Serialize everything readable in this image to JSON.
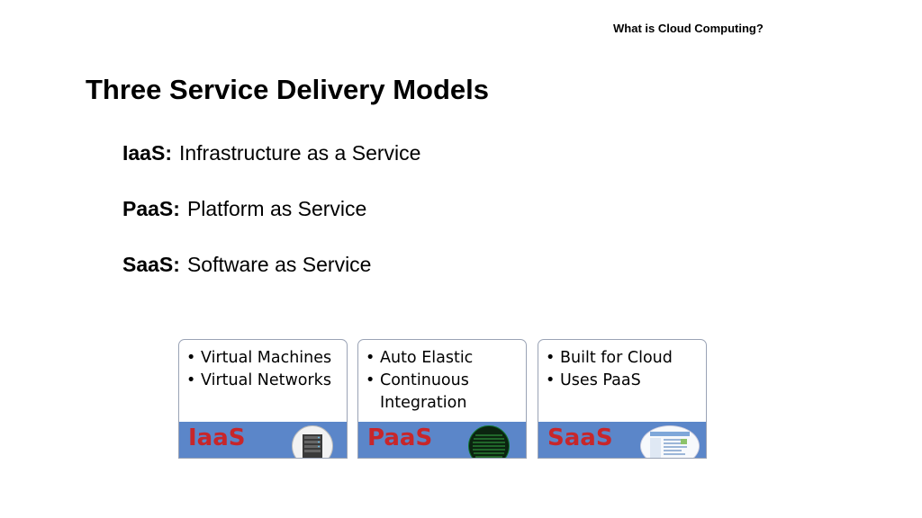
{
  "header": {
    "text": "What is Cloud Computing?"
  },
  "title": "Three Service Delivery Models",
  "models": [
    {
      "abbr": "IaaS:",
      "desc": "Infrastructure as a Service"
    },
    {
      "abbr": "PaaS:",
      "desc": "Platform as Service"
    },
    {
      "abbr": "SaaS:",
      "desc": "Software as Service"
    }
  ],
  "cards": [
    {
      "items": [
        "Virtual Machines",
        "Virtual Networks"
      ],
      "label": "IaaS",
      "image": "server-rack-icon"
    },
    {
      "items": [
        "Auto Elastic",
        "Continuous Integration"
      ],
      "label": "PaaS",
      "image": "code-matrix-icon"
    },
    {
      "items": [
        "Built for Cloud",
        "Uses PaaS"
      ],
      "label": "SaaS",
      "image": "web-app-screenshot-icon"
    }
  ],
  "colors": {
    "band": "#5b86c9",
    "label": "#c8262a",
    "card_border": "#9aa3b5"
  }
}
